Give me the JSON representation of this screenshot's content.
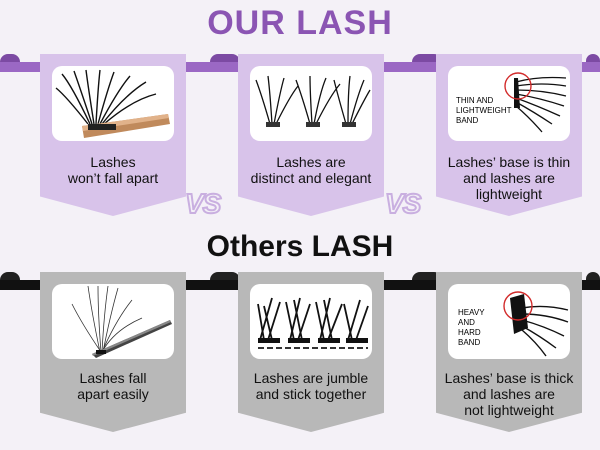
{
  "top": {
    "title": "OUR LASH",
    "cards": [
      {
        "caption": "Lashes\nwon’t fall apart",
        "image": "lash-with-applicator-tweezers"
      },
      {
        "caption": "Lashes are\ndistinct and elegant",
        "image": "lash-clusters-row"
      },
      {
        "caption": "Lashes’ base is thin\nand lashes are\nlightweight",
        "image": "thin-band-closeup",
        "image_label": "THIN AND\nLIGHTWEIGHT\nBAND"
      }
    ]
  },
  "vs_label": "VS",
  "bottom": {
    "title": "Others LASH",
    "cards": [
      {
        "caption": "Lashes fall\napart easily",
        "image": "falling-apart-lash-with-tweezers"
      },
      {
        "caption": "Lashes are jumble\nand stick together",
        "image": "jumbled-lash-clusters"
      },
      {
        "caption": "Lashes’ base is thick\nand lashes are\nnot lightweight",
        "image": "thick-band-closeup",
        "image_label": "HEAVY\nAND\nHARD\nBAND"
      }
    ]
  },
  "colors": {
    "accent_purple": "#8b55b3",
    "card_purple": "#d8c3ea",
    "card_gray": "#b8b8b8",
    "band_black": "#111111",
    "highlight_red": "#d22b2b"
  }
}
